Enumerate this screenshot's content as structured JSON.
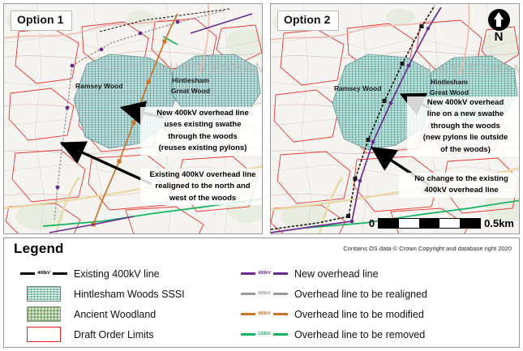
{
  "panels": [
    {
      "id": "option-1",
      "badge": "Option 1",
      "wood_labels": [
        {
          "name": "ramsey-wood",
          "lines": [
            "Ramsey Wood"
          ]
        },
        {
          "name": "hintlesham-great-wood",
          "lines": [
            "Hintlesham",
            "Great Wood"
          ]
        }
      ],
      "annotations": [
        {
          "name": "new-400kv-swathe-note",
          "lines": [
            "New 400kV overhead line",
            "uses existing swathe",
            "through  the woods",
            "(reuses existing pylons)"
          ]
        },
        {
          "name": "existing-line-realigned-note",
          "lines": [
            "Existing 400kV overhead line",
            "realigned to the north and",
            "west of the woods"
          ]
        }
      ]
    },
    {
      "id": "option-2",
      "badge": "Option 2",
      "wood_labels": [
        {
          "name": "ramsey-wood",
          "lines": [
            "Ramsey Wood"
          ]
        },
        {
          "name": "hintlesham-great-wood",
          "lines": [
            "Hintlesham",
            "Great Wood"
          ]
        }
      ],
      "annotations": [
        {
          "name": "new-swathe-note",
          "lines": [
            "New 400kV overhead",
            "line on a new swathe",
            "through the woods",
            "(new pylons lie outside",
            "of the woods)"
          ]
        },
        {
          "name": "no-change-note",
          "lines": [
            "No change to the existing",
            "400kV overhead line"
          ]
        }
      ],
      "north_arrow": {
        "label": "N"
      },
      "scalebar": {
        "min_label": "0",
        "max_label": "0.5km",
        "segments": 4
      }
    }
  ],
  "legend": {
    "title": "Legend",
    "credit": "Contains OS data © Crown Copyright and database right 2020",
    "left_items": [
      {
        "name": "existing-400kv-line",
        "symbol": "line",
        "kv": "400kV",
        "color": "#000000",
        "label": "Existing 400kV line"
      },
      {
        "name": "hintlesham-woods-sssi",
        "symbol": "area-sssi",
        "color": "#7fc3cd",
        "label": "Hintlesham Woods SSSI"
      },
      {
        "name": "ancient-woodland",
        "symbol": "area-ancient",
        "color": "#d9e6c8",
        "label": "Ancient Woodland"
      },
      {
        "name": "draft-order-limits",
        "symbol": "area-draft",
        "color": "#e8231f",
        "label": "Draft Order Limits"
      }
    ],
    "right_items": [
      {
        "name": "new-overhead-line",
        "symbol": "line",
        "kv": "400kV",
        "color": "#6b2c91",
        "label": "New overhead line"
      },
      {
        "name": "overhead-line-realigned",
        "symbol": "line",
        "kv": "400kV",
        "color": "#9a9a9a",
        "label": "Overhead line to be realigned"
      },
      {
        "name": "overhead-line-modified",
        "symbol": "line",
        "kv": "400kV",
        "color": "#c8762c",
        "label": "Overhead line to be modified"
      },
      {
        "name": "overhead-line-removed",
        "symbol": "line",
        "kv": "132kV",
        "color": "#12b561",
        "label": "Overhead line to be removed"
      }
    ]
  }
}
